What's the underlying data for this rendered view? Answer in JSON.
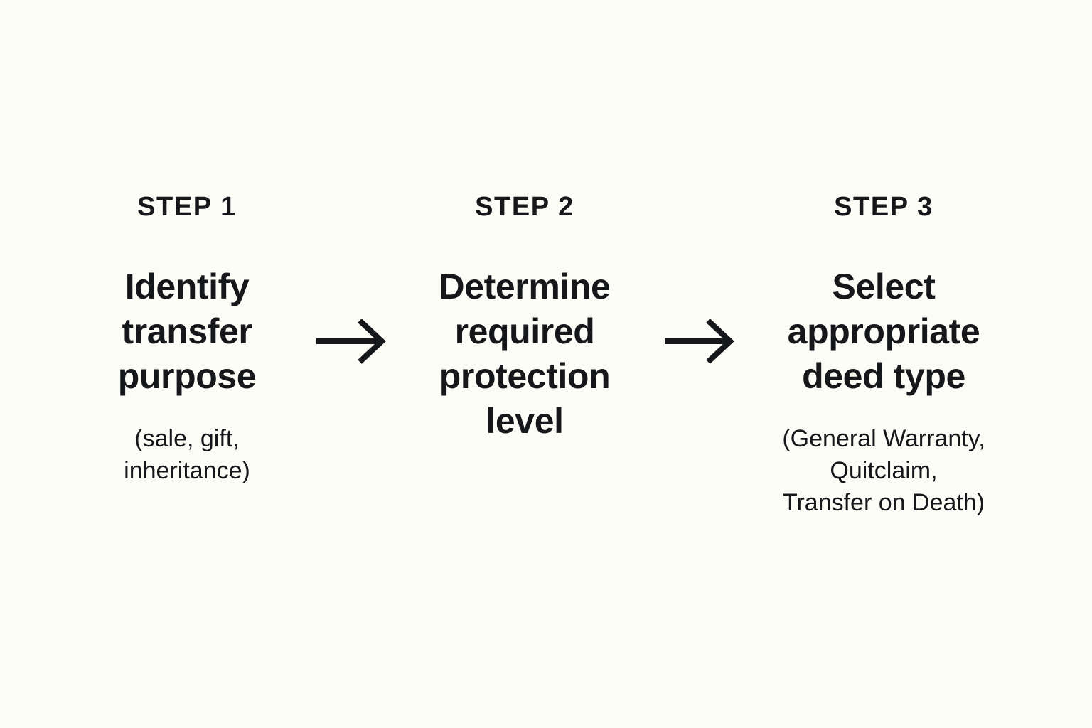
{
  "theme": {
    "background": "#FCFCF7",
    "text": "#15171A",
    "arrow": "#15171A"
  },
  "diagram": {
    "type": "horizontal-process-flow",
    "step_count": 3,
    "connector_icon": "arrow-right-icon",
    "steps": [
      {
        "label": "STEP 1",
        "title": "Identify\ntransfer\npurpose",
        "detail": "(sale, gift,\ninheritance)"
      },
      {
        "label": "STEP 2",
        "title": "Determine\nrequired\nprotection\nlevel",
        "detail": ""
      },
      {
        "label": "STEP 3",
        "title": "Select\nappropriate\ndeed type",
        "detail": "(General Warranty,\nQuitclaim,\nTransfer on Death)"
      }
    ]
  }
}
